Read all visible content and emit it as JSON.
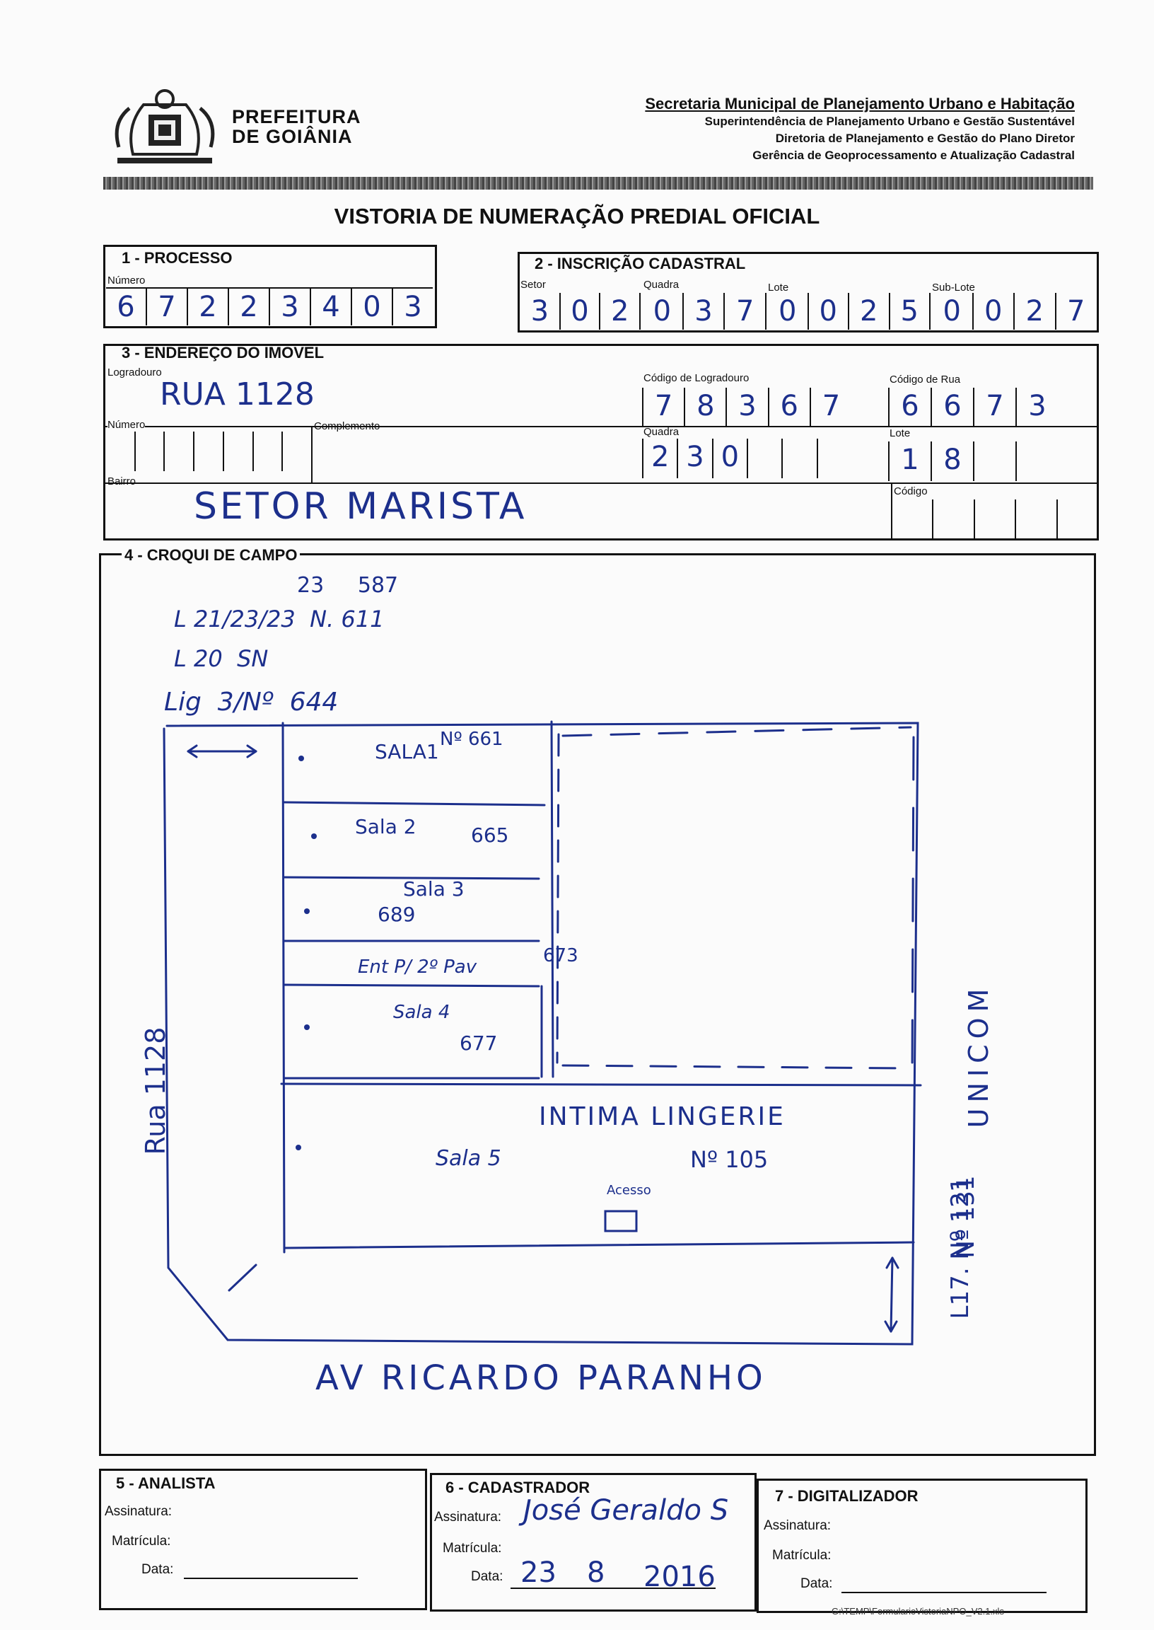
{
  "header": {
    "org_line1": "PREFEITURA",
    "org_line2": "DE GOIÂNIA",
    "secretaria": "Secretaria Municipal de Planejamento Urbano e Habitação",
    "superintendencia": "Superintendência de Planejamento Urbano e Gestão Sustentável",
    "diretoria": "Diretoria de Planejamento e Gestão do Plano Diretor",
    "gerencia": "Gerência de Geoprocessamento e Atualização Cadastral"
  },
  "form_title": "VISTORIA DE NUMERAÇÃO PREDIAL OFICIAL",
  "processo": {
    "title": "1 - PROCESSO",
    "numero_label": "Número",
    "digits": [
      "6",
      "7",
      "2",
      "2",
      "3",
      "4",
      "0",
      "3"
    ]
  },
  "inscricao": {
    "title": "2 - INSCRIÇÃO CADASTRAL",
    "setor_label": "Setor",
    "quadra_label": "Quadra",
    "lote_label": "Lote",
    "sublote_label": "Sub-Lote",
    "setor": [
      "3",
      "0",
      "2"
    ],
    "quadra": [
      "0",
      "3",
      "7"
    ],
    "lote": [
      "0",
      "0",
      "2",
      "5"
    ],
    "sublote": [
      "0",
      "0",
      "2",
      "7"
    ]
  },
  "endereco": {
    "title": "3 - ENDEREÇO DO IMÓVEL",
    "logradouro_label": "Logradouro",
    "logradouro_value": "RUA 1128",
    "codigo_logradouro_label": "Código de Logradouro",
    "codigo_logradouro": [
      "7",
      "8",
      "3",
      "6",
      "7"
    ],
    "codigo_rua_label": "Código de Rua",
    "codigo_rua": [
      "6",
      "6",
      "7",
      "3"
    ],
    "numero_label": "Número",
    "complemento_label": "Complemento",
    "quadra_label": "Quadra",
    "quadra": [
      "2",
      "3",
      "0",
      "",
      "",
      ""
    ],
    "lote_label": "Lote",
    "lote": [
      "1",
      "8",
      "",
      ""
    ],
    "bairro_label": "Bairro",
    "bairro_value": "SETOR MARISTA",
    "codigo_label": "Código"
  },
  "croqui": {
    "title": "4 - CROQUI DE CAMPO",
    "notes": [
      "23     587",
      "L 21/23/23  N. 611",
      "L 20  SN",
      "Lig  3/Nº  644"
    ],
    "sala1": "SALA1",
    "sala1_no": "Nº 661",
    "sala2": "Sala 2",
    "sala2_no": "665",
    "sala3": "Sala 3",
    "sala3_no": "689",
    "entrada": "Ent P/ 2º Pav",
    "entrada_no": "673",
    "sala4": "Sala 4",
    "sala4_no": "677",
    "store": "INTIMA LINGERIE",
    "sala5": "Sala 5",
    "sala5_no": "Nº 105",
    "acesso": "Acesso",
    "street_left": "Rua 1128",
    "street_bottom": "AV RICARDO PARANHO",
    "right_unicom": "UNICOM",
    "right_no121": "L17. Nº 121",
    "right_no131": "Nº 131"
  },
  "analista": {
    "title": "5 - ANALISTA",
    "assinatura_label": "Assinatura:",
    "matricula_label": "Matrícula:",
    "data_label": "Data:"
  },
  "cadastrador": {
    "title": "6 - CADASTRADOR",
    "assinatura_label": "Assinatura:",
    "matricula_label": "Matrícula:",
    "data_label": "Data:",
    "day": "23",
    "month": "8",
    "year": "2016"
  },
  "digitalizador": {
    "title": "7 - DIGITALIZADOR",
    "assinatura_label": "Assinatura:",
    "matricula_label": "Matrícula:",
    "data_label": "Data:"
  },
  "footer_path": "G:\\TEMP\\FormularioVistoriaNPO_V2.1.xls",
  "signature_text": "José Geraldo S"
}
